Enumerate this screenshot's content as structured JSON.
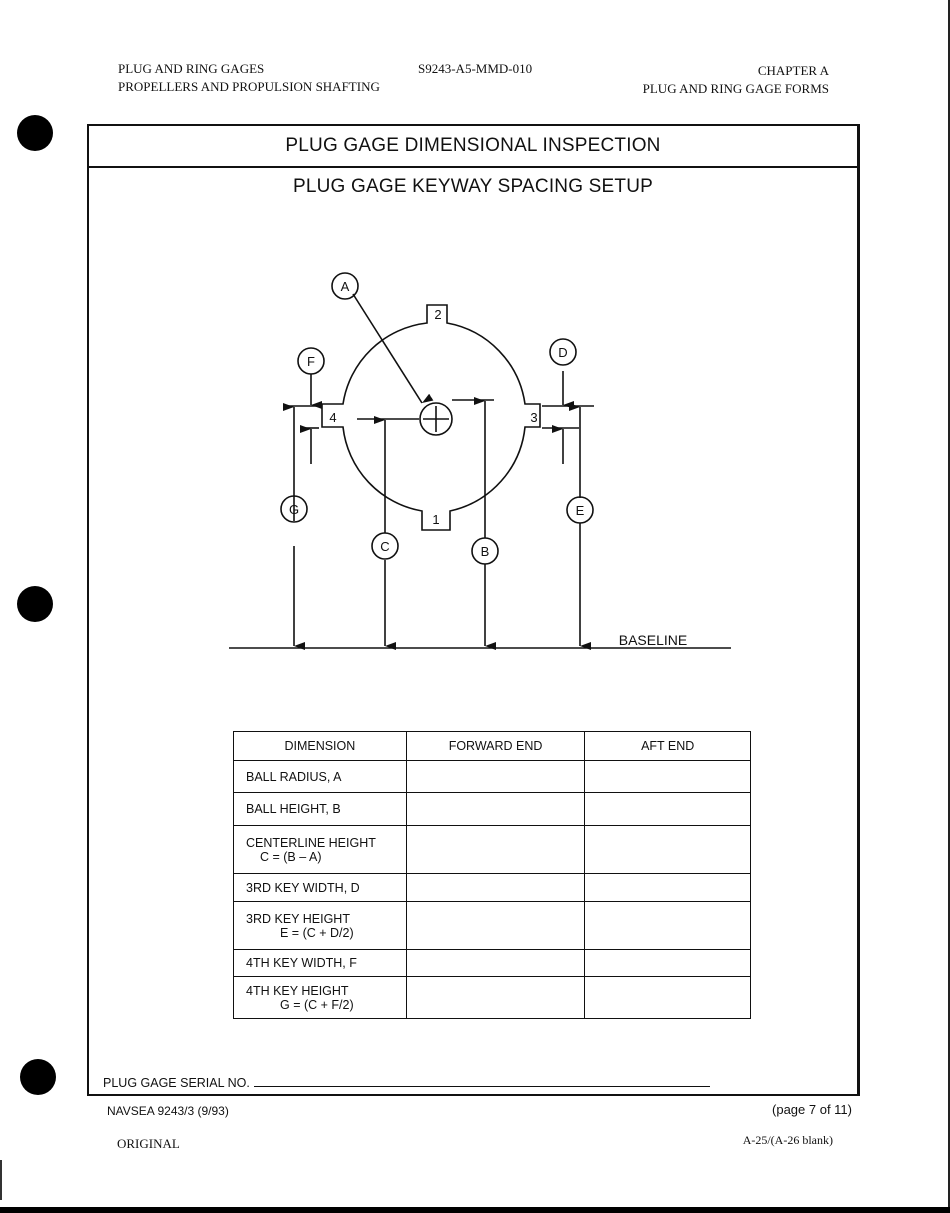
{
  "page_header": {
    "left_line1": "PLUG AND RING GAGES",
    "left_line2": "PROPELLERS AND PROPULSION SHAFTING",
    "center": "S9243-A5-MMD-010",
    "right_line1": "CHAPTER A",
    "right_line2": "PLUG AND RING GAGE FORMS"
  },
  "form": {
    "title": "PLUG GAGE DIMENSIONAL INSPECTION",
    "subtitle": "PLUG GAGE KEYWAY SPACING SETUP",
    "diagram": {
      "callouts": [
        "A",
        "B",
        "C",
        "D",
        "E",
        "F",
        "G"
      ],
      "keys": [
        "1",
        "2",
        "3",
        "4"
      ],
      "baseline_label": "BASELINE"
    },
    "table": {
      "headers": [
        "DIMENSION",
        "FORWARD END",
        "AFT END"
      ],
      "rows": [
        {
          "line1": "BALL RADIUS, A",
          "line2": "",
          "forward": "",
          "aft": ""
        },
        {
          "line1": "BALL HEIGHT, B",
          "line2": "",
          "forward": "",
          "aft": ""
        },
        {
          "line1": "CENTERLINE HEIGHT",
          "line2": "C = (B – A)",
          "forward": "",
          "aft": ""
        },
        {
          "line1": "3RD KEY WIDTH, D",
          "line2": "",
          "forward": "",
          "aft": ""
        },
        {
          "line1": "3RD KEY HEIGHT",
          "line2": "E = (C + D/2)",
          "forward": "",
          "aft": ""
        },
        {
          "line1": "4TH KEY WIDTH, F",
          "line2": "",
          "forward": "",
          "aft": ""
        },
        {
          "line1": "4TH KEY HEIGHT",
          "line2": "G = (C + F/2)",
          "forward": "",
          "aft": ""
        }
      ]
    },
    "serial_label": "PLUG GAGE SERIAL NO.",
    "serial_value": ""
  },
  "form_footer": {
    "form_number": "NAVSEA 9243/3 (9/93)",
    "page_of": "(page 7 of 11)"
  },
  "page_footer": {
    "left": "ORIGINAL",
    "right": "A-25/(A-26 blank)"
  }
}
